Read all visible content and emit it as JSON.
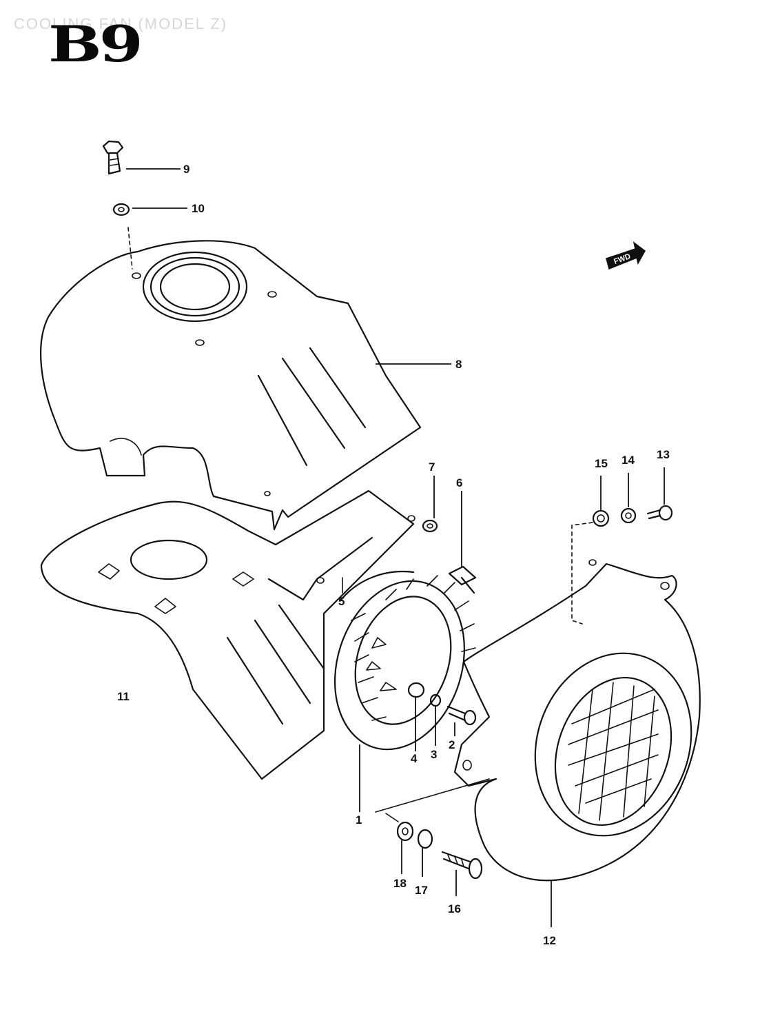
{
  "header": {
    "section_title": "COOLING FAN (MODEL Z)",
    "section_code": "B9"
  },
  "direction_marker": {
    "label": "FWD",
    "icon": "forward-arrow-icon"
  },
  "callouts": {
    "c1": "1",
    "c2": "2",
    "c3": "3",
    "c4": "4",
    "c5": "5",
    "c6": "6",
    "c7": "7",
    "c8": "8",
    "c9": "9",
    "c10": "10",
    "c11": "11",
    "c12": "12",
    "c13": "13",
    "c14": "14",
    "c15": "15",
    "c16": "16",
    "c17": "17",
    "c18": "18"
  }
}
